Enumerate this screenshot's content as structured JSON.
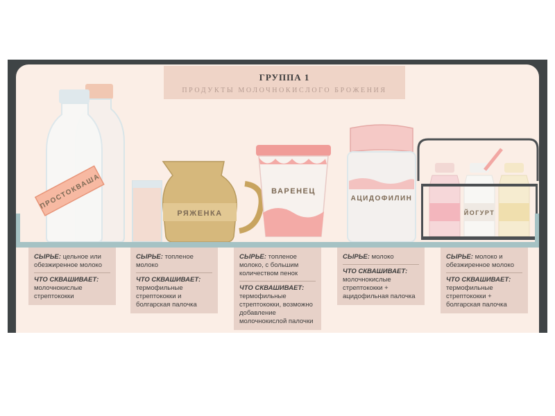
{
  "header": {
    "title": "ГРУППА 1",
    "subtitle": "ПРОДУКТЫ МОЛОЧНОКИСЛОГО БРОЖЕНИЯ"
  },
  "products": [
    {
      "label": "ПРОСТОКВАША"
    },
    {
      "label": "РЯЖЕНКА"
    },
    {
      "label": "ВАРЕНЕЦ"
    },
    {
      "label": "АЦИДОФИЛИН"
    },
    {
      "label": "ЙОГУРТ"
    }
  ],
  "cards": [
    {
      "raw_key": "СЫРЬЕ:",
      "raw_value": "цельное или обезжиренное молоко",
      "ferment_key": "ЧТО СКВАШИВАЕТ:",
      "ferment_value": "молочнокислые стрептококки"
    },
    {
      "raw_key": "СЫРЬЕ:",
      "raw_value": "топленое молоко",
      "ferment_key": "ЧТО СКВАШИВАЕТ:",
      "ferment_value": "термофильные стрептококки и болгарская палочка"
    },
    {
      "raw_key": "СЫРЬЕ:",
      "raw_value": "топленое молоко, с большим количеством пенок",
      "ferment_key": "ЧТО СКВАШИВАЕТ:",
      "ferment_value": "термофильные стрептококки, возможно добавление молочнокислой палочки"
    },
    {
      "raw_key": "СЫРЬЕ:",
      "raw_value": "молоко",
      "ferment_key": "ЧТО СКВАШИВАЕТ:",
      "ferment_value": "молочнокислые стрептококки + ацидофильная палочка"
    },
    {
      "raw_key": "СЫРЬЕ:",
      "raw_value": "молоко и обезжиренное молоко",
      "ferment_key": "ЧТО СКВАШИВАЕТ:",
      "ferment_value": "термофильные стрептококки + болгарская палочка"
    }
  ],
  "colors": {
    "frame": "#3f4446",
    "panel": "#fbeee6",
    "title_box": "#efd4c7",
    "shelf": "#a5c2c4",
    "card": "#e7d1c8",
    "accent_pink": "#f2a7a3",
    "ryazhenka": "#d4b77a"
  }
}
